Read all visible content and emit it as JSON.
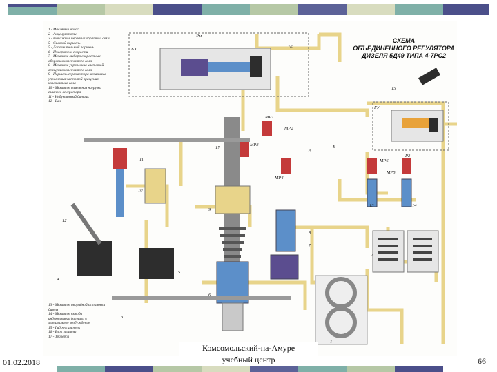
{
  "decor_colors": [
    "#4b4f8a",
    "#7fb0a8",
    "#b6c8a6",
    "#d8dcbf",
    "#5c6298"
  ],
  "title_lines": [
    "СХЕМА",
    "ОБЪЕДИНЕННОГО РЕГУЛЯТОРА",
    "ДИЗЕЛЯ 5Д49 ТИПА 4-7РС2"
  ],
  "legend_top": [
    "1 - Масляный насос",
    "2 - Аккумуляторы",
    "3 - Рычажная передача обратной связи",
    "5 - Силовой поршень",
    "5 - Дополнительный поршень",
    "6 - Измеритель скорости",
    "7 - Механизм выбора скоростных",
    "      оборотов коленчатого вала",
    "8 - Механизм управления частотой",
    "      вращения коленчатого вала",
    "9 - Поршень сервомотора механизма",
    "      управления частотой вращения",
    "      коленчатого вала",
    "10 - Механизм изменения нагрузки",
    "      главного генератора",
    "11 - Индуктивный датчик",
    "12 - Вал"
  ],
  "legend_bottom": [
    "13 - Механизм аварийной остановки",
    "      дизеля",
    "14 - Механизм вывода",
    "      индуктивного датчика в",
    "      минимальное возбуждение",
    "15 - Гидроусилитель",
    "16 - Блок защиты",
    "17 - Траверса"
  ],
  "labels": {
    "pm": "Рм",
    "b3": "БЗ",
    "gu": "ГУ",
    "mp1": "МР1",
    "mp2": "МР2",
    "mp3": "МР3",
    "mp4": "МР4",
    "mp5": "МР5",
    "mp6": "МР6",
    "p2": "Р2",
    "n1": "1",
    "n2": "2",
    "n3": "3",
    "n4": "4",
    "n5": "5",
    "n6": "6",
    "n7": "7",
    "n8": "8",
    "n9": "9",
    "n10": "10",
    "n11": "11",
    "n12": "12",
    "n13": "13",
    "n14": "14",
    "n15": "15",
    "n16": "16",
    "n17": "17",
    "a": "А",
    "b": "Б"
  },
  "footer": {
    "date": "01.02.2018",
    "org_line1": "Комсомольский-на-Амуре",
    "org_line2": "учебный центр",
    "page": "66"
  }
}
